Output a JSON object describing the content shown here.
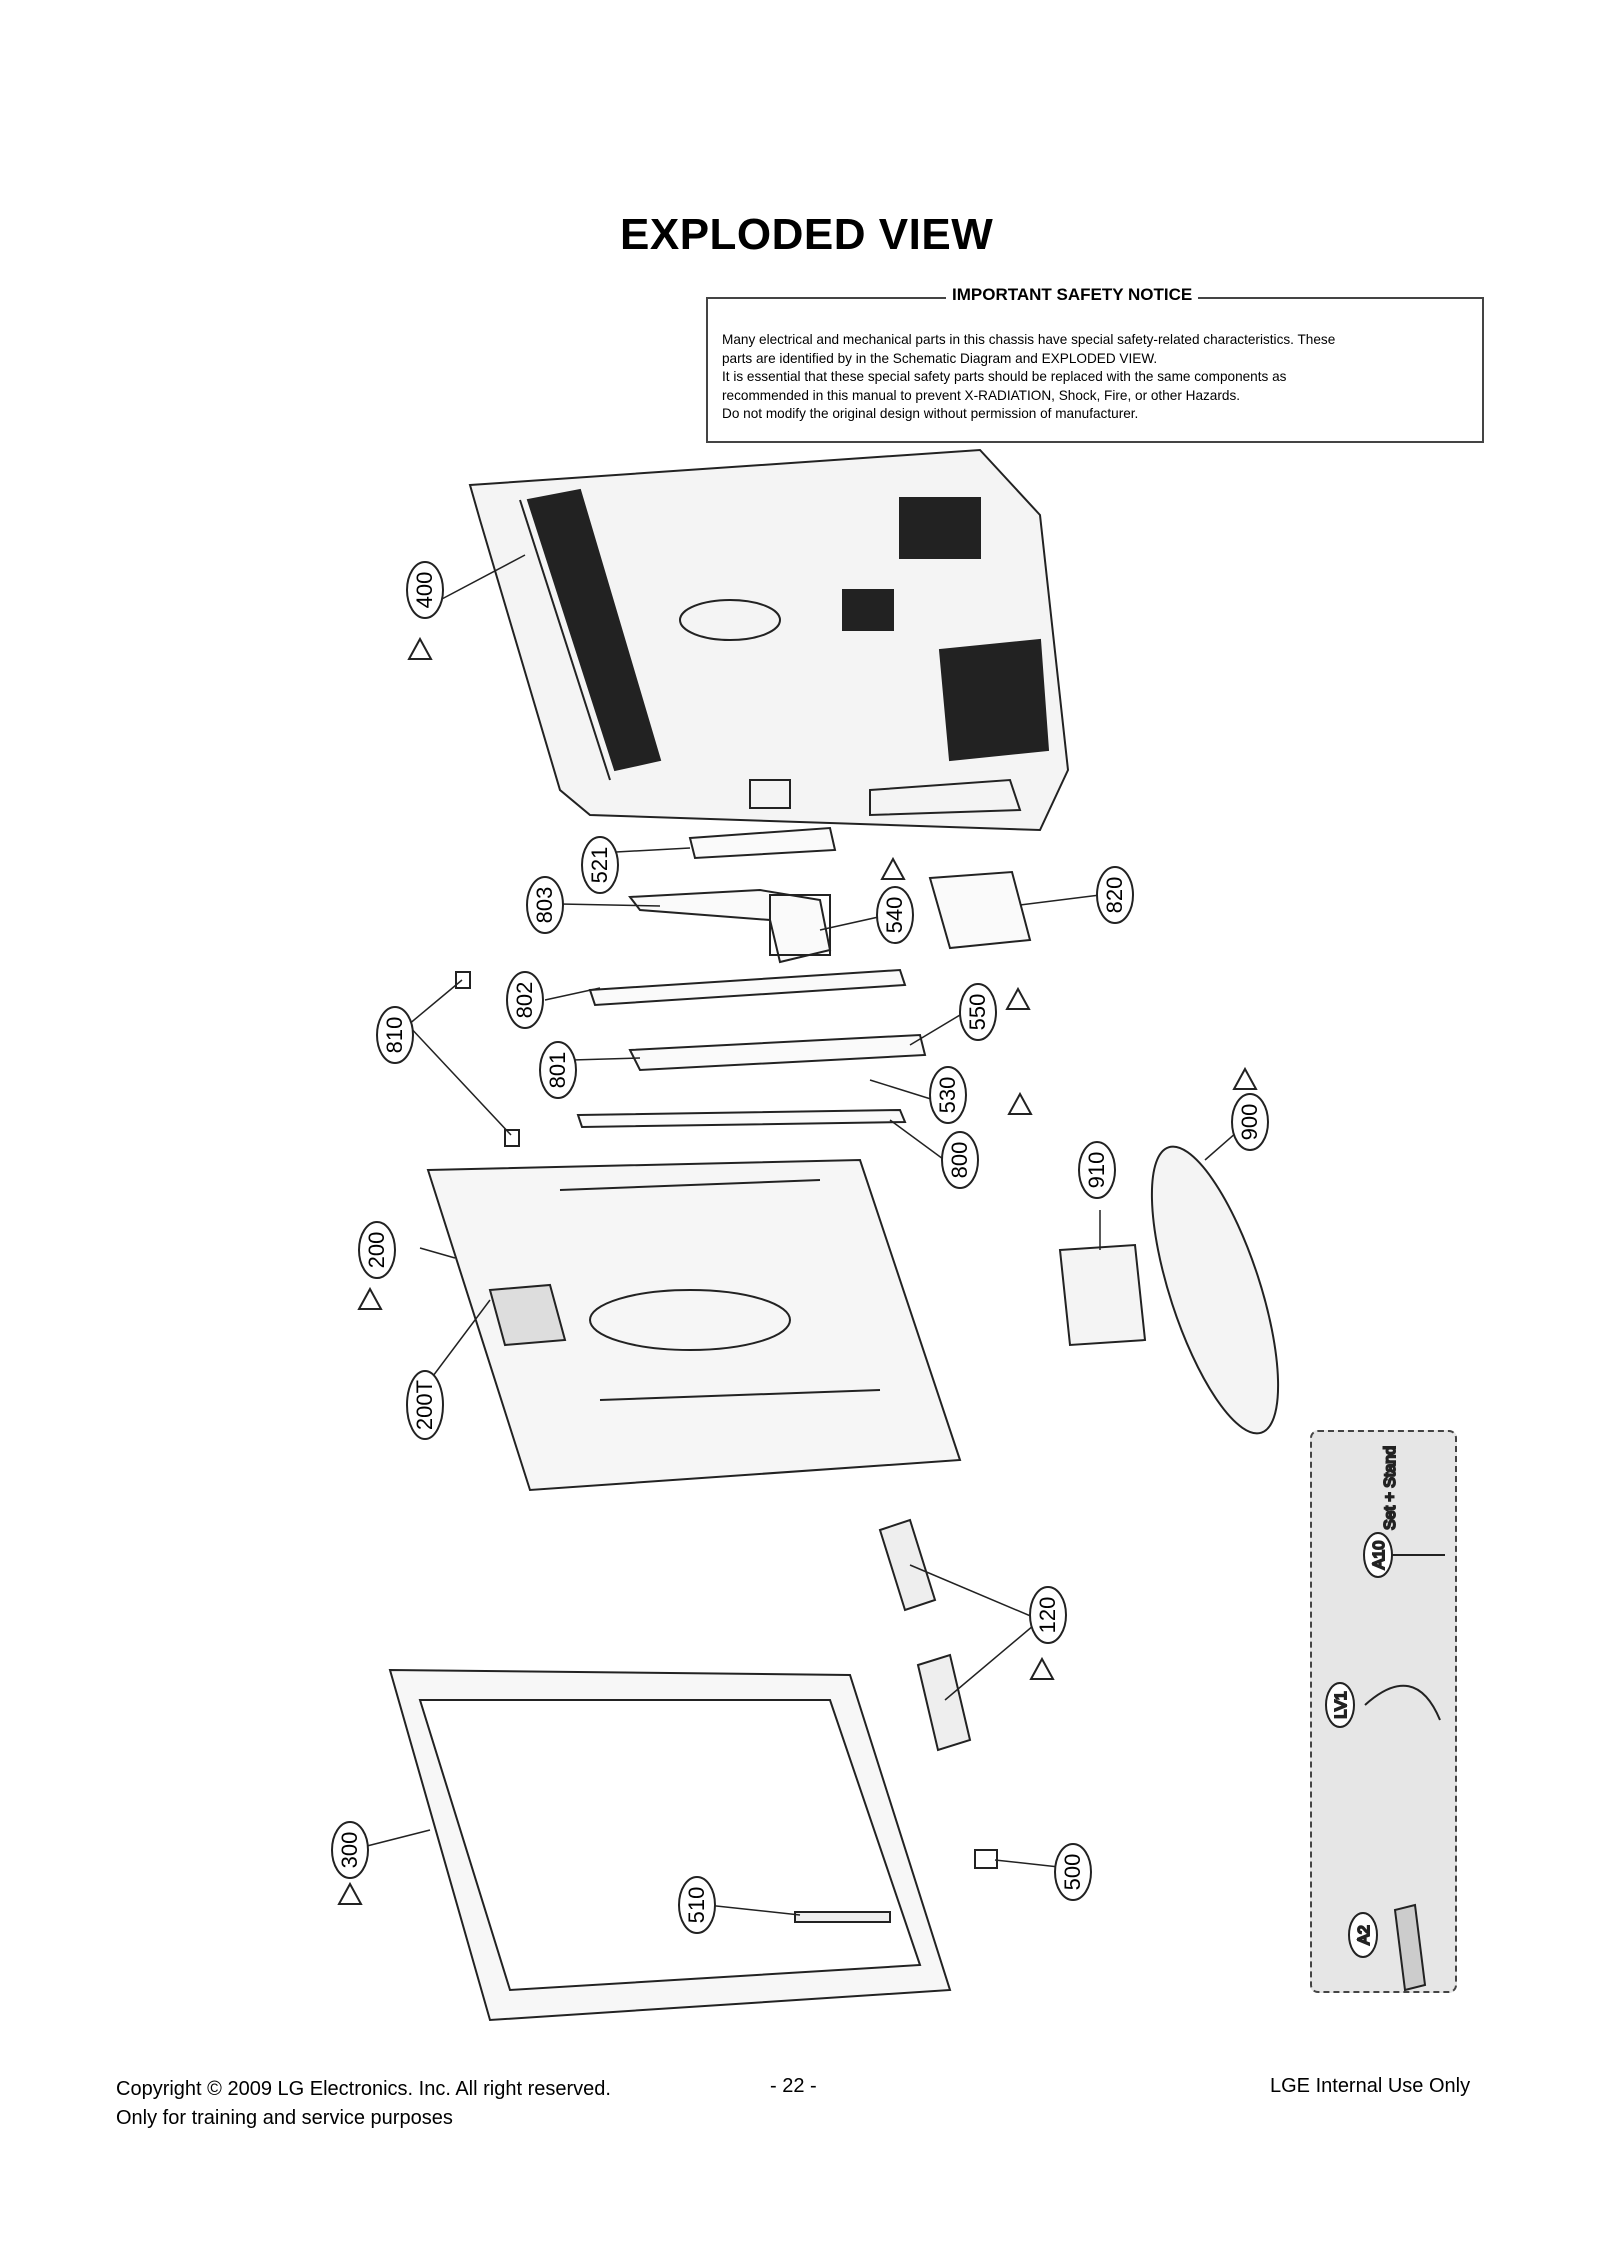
{
  "title": "EXPLODED VIEW",
  "notice": {
    "heading": "IMPORTANT SAFETY NOTICE",
    "lines": [
      "Many electrical and mechanical parts in this chassis have special safety-related characteristics. These",
      "parts are identified by        in the Schematic Diagram and EXPLODED VIEW.",
      "It is essential that these special safety parts should be replaced with the same components as",
      "recommended in this manual to prevent X-RADIATION, Shock, Fire, or other Hazards.",
      "Do not modify the original design without permission of manufacturer."
    ]
  },
  "callouts": [
    "400",
    "521",
    "803",
    "540",
    "820",
    "802",
    "550",
    "810",
    "801",
    "530",
    "900",
    "800",
    "910",
    "200",
    "200T",
    "120",
    "300",
    "510",
    "500"
  ],
  "accessories": {
    "labels": [
      "A10",
      "LV1",
      "A2"
    ],
    "note": "Set + Stand"
  },
  "footer": {
    "copyright": "Copyright  © 2009 LG Electronics. Inc. All right reserved.",
    "purpose": "Only for training and service purposes",
    "page": "- 22 -",
    "internal": "LGE Internal Use Only"
  }
}
